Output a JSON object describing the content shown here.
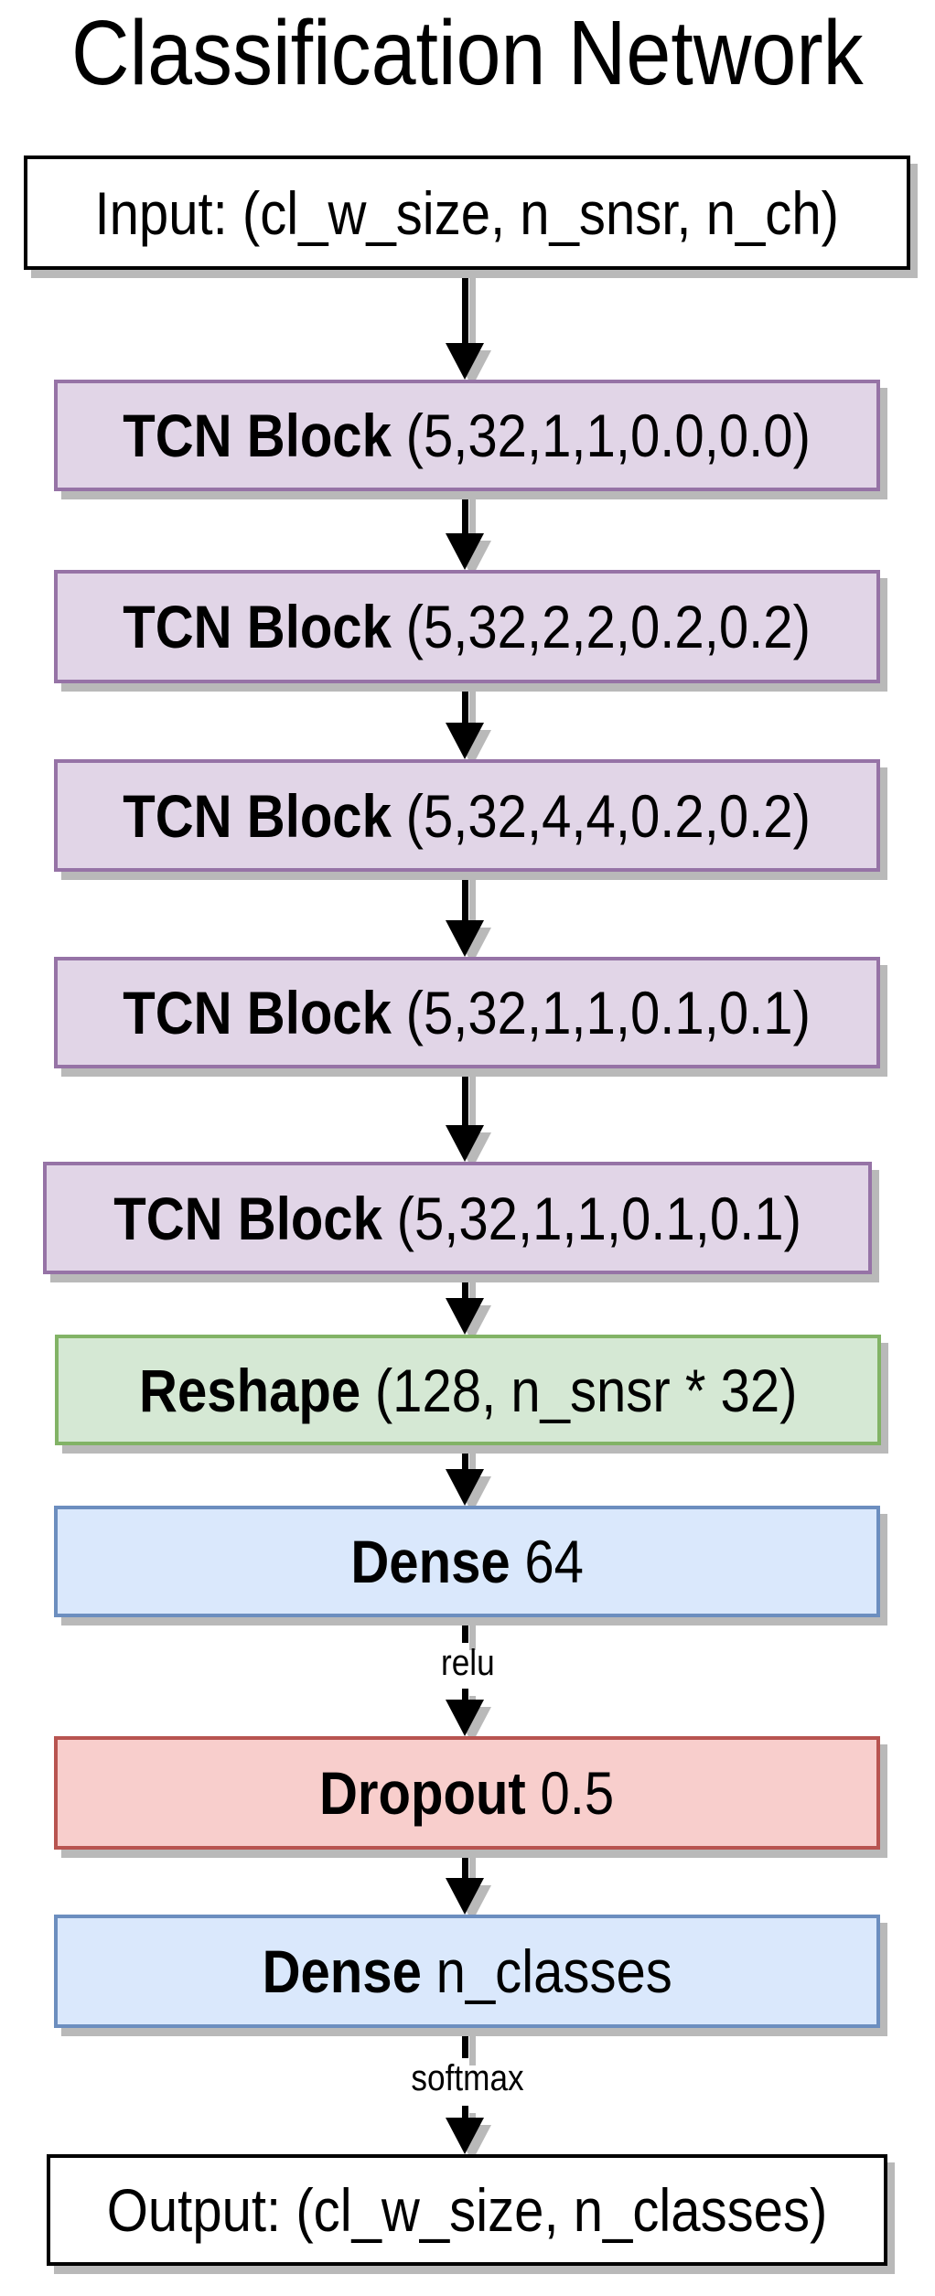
{
  "title": "Classification Network",
  "theme": {
    "purple_fill": "#e1d5e7",
    "purple_stroke": "#9673a6",
    "green_fill": "#d5e8d4",
    "green_stroke": "#82b366",
    "blue_fill": "#dae8fc",
    "blue_stroke": "#6c8ebf",
    "red_fill": "#f8cecc",
    "red_stroke": "#b85450",
    "io_fill": "#ffffff",
    "io_stroke": "#000000",
    "shadow": "#b9b9b9",
    "arrow": "#000000"
  },
  "nodes": {
    "input": {
      "label": "Input: (cl_w_size, n_snsr, n_ch)"
    },
    "tcn1": {
      "name": "TCN Block",
      "params": "(5,32,1,1,0.0,0.0)"
    },
    "tcn2": {
      "name": "TCN Block",
      "params": "(5,32,2,2,0.2,0.2)"
    },
    "tcn3": {
      "name": "TCN Block",
      "params": "(5,32,4,4,0.2,0.2)"
    },
    "tcn4": {
      "name": "TCN Block",
      "params": "(5,32,1,1,0.1,0.1)"
    },
    "tcn5": {
      "name": "TCN Block",
      "params": "(5,32,1,1,0.1,0.1)"
    },
    "reshape": {
      "name": "Reshape",
      "params": "(128, n_snsr * 32)"
    },
    "dense1": {
      "name": "Dense",
      "params": "64"
    },
    "dropout": {
      "name": "Dropout",
      "params": "0.5"
    },
    "dense2": {
      "name": "Dense",
      "params": "n_classes"
    },
    "output": {
      "label": "Output: (cl_w_size, n_classes)"
    }
  },
  "edge_labels": {
    "relu": "relu",
    "softmax": "softmax"
  }
}
